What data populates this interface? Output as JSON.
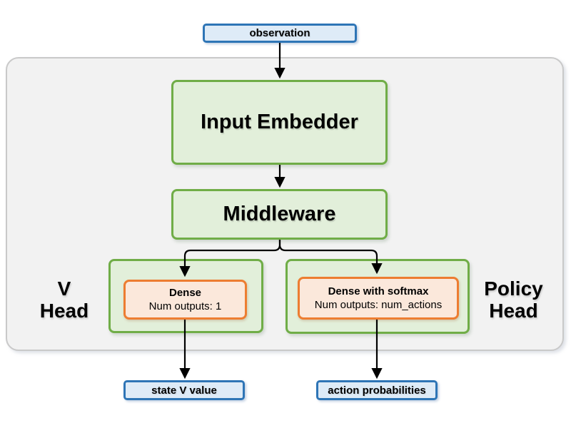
{
  "diagram": {
    "nodes": {
      "observation": {
        "label": "observation"
      },
      "input_embedder": {
        "label": "Input Embedder"
      },
      "middleware": {
        "label": "Middleware"
      },
      "v_head": {
        "label_line1": "V",
        "label_line2": "Head",
        "dense_title": "Dense",
        "dense_subtitle": "Num outputs: 1"
      },
      "policy_head": {
        "label_line1": "Policy",
        "label_line2": "Head",
        "dense_title": "Dense with softmax",
        "dense_subtitle": "Num outputs: num_actions"
      },
      "state_v_value": {
        "label": "state V value"
      },
      "action_probabilities": {
        "label": "action probabilities"
      }
    },
    "colors": {
      "io_border": "#2E75B6",
      "io_fill": "#DEEBF7",
      "block_border": "#70AD47",
      "block_fill": "#E2EFDA",
      "dense_border": "#ED7D31",
      "dense_fill": "#FBE8DB",
      "container_fill": "#F2F2F2",
      "container_border": "#C9C9C9",
      "arrow": "#000000"
    }
  }
}
